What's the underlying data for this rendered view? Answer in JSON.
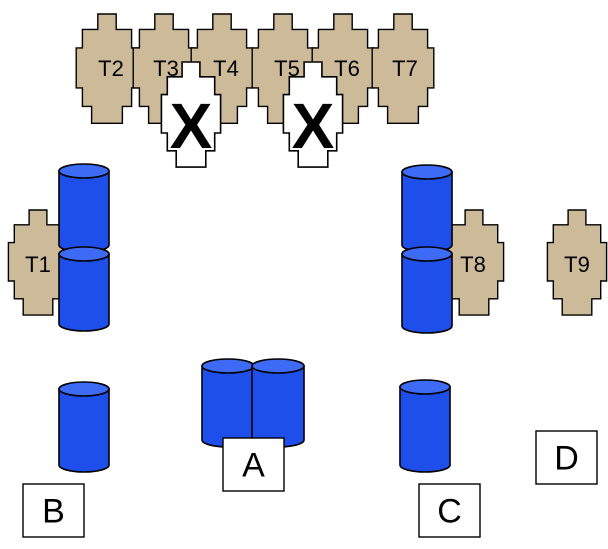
{
  "colors": {
    "target_fill": "#CCBA98",
    "target_stroke": "#000000",
    "noshoot_fill": "#FFFFFF",
    "barrel_fill": "#1F4FEA",
    "barrel_top": "#3D6BF5",
    "barrel_stroke": "#000000",
    "box_fill": "#FFFFFF"
  },
  "targets": [
    {
      "label": "T1",
      "type": "shoot"
    },
    {
      "label": "T2",
      "type": "shoot"
    },
    {
      "label": "T3",
      "type": "shoot"
    },
    {
      "label": "T4",
      "type": "shoot"
    },
    {
      "label": "T5",
      "type": "shoot"
    },
    {
      "label": "T6",
      "type": "shoot"
    },
    {
      "label": "T7",
      "type": "shoot"
    },
    {
      "label": "T8",
      "type": "shoot"
    },
    {
      "label": "T9",
      "type": "shoot"
    }
  ],
  "no_shoots": [
    {
      "mark": "X"
    },
    {
      "mark": "X"
    }
  ],
  "barrels": [
    {
      "group": "left-stack-top"
    },
    {
      "group": "left-stack-bottom"
    },
    {
      "group": "left-single"
    },
    {
      "group": "center-pair-left"
    },
    {
      "group": "center-pair-right"
    },
    {
      "group": "right-stack-top"
    },
    {
      "group": "right-stack-bottom"
    },
    {
      "group": "right-single"
    }
  ],
  "positions": [
    {
      "label": "A"
    },
    {
      "label": "B"
    },
    {
      "label": "C"
    },
    {
      "label": "D"
    }
  ]
}
